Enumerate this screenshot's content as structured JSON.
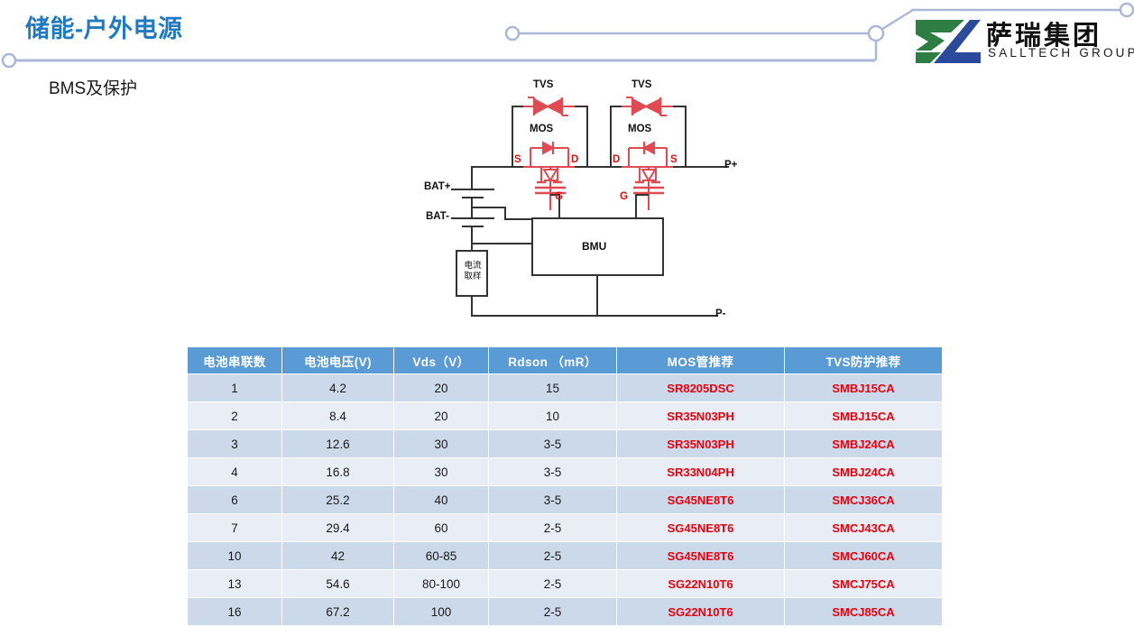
{
  "header": {
    "title": "储能-户外电源",
    "subtitle": "BMS及保护",
    "title_color": "#1f7ac0",
    "deco_color": "#aab8d8",
    "logo": {
      "name_cn": "萨瑞集团",
      "name_en": "SALLTECH GROUP",
      "mark_green": "#2e7d43",
      "mark_blue": "#2b4a9b"
    }
  },
  "circuit": {
    "labels": {
      "tvs_left": "TVS",
      "tvs_right": "TVS",
      "mos_left": "MOS",
      "mos_right": "MOS",
      "s_left": "S",
      "d_left": "D",
      "g_left": "G",
      "d_right": "D",
      "s_right": "S",
      "g_right": "G",
      "bat_plus": "BAT+",
      "bat_minus": "BAT-",
      "p_plus": "P+",
      "p_minus": "P-",
      "bmu": "BMU",
      "shunt_line1": "电流",
      "shunt_line2": "取样"
    },
    "colors": {
      "wire": "#333333",
      "device": "#e04a52",
      "label_red": "#dd1111"
    }
  },
  "table": {
    "header_color": "#5b9bd5",
    "row_odd_color": "#ccd9ea",
    "row_even_color": "#e9edf5",
    "part_color": "#e8000d",
    "columns": [
      "电池串联数",
      "电池电压(V)",
      "Vds（V）",
      "Rdson （mR）",
      "MOS管推荐",
      "TVS防护推荐"
    ],
    "rows": [
      [
        "1",
        "4.2",
        "20",
        "15",
        "SR8205DSC",
        "SMBJ15CA"
      ],
      [
        "2",
        "8.4",
        "20",
        "10",
        "SR35N03PH",
        "SMBJ15CA"
      ],
      [
        "3",
        "12.6",
        "30",
        "3-5",
        "SR35N03PH",
        "SMBJ24CA"
      ],
      [
        "4",
        "16.8",
        "30",
        "3-5",
        "SR33N04PH",
        "SMBJ24CA"
      ],
      [
        "6",
        "25.2",
        "40",
        "3-5",
        "SG45NE8T6",
        "SMCJ36CA"
      ],
      [
        "7",
        "29.4",
        "60",
        "2-5",
        "SG45NE8T6",
        "SMCJ43CA"
      ],
      [
        "10",
        "42",
        "60-85",
        "2-5",
        "SG45NE8T6",
        "SMCJ60CA"
      ],
      [
        "13",
        "54.6",
        "80-100",
        "2-5",
        "SG22N10T6",
        "SMCJ75CA"
      ],
      [
        "16",
        "67.2",
        "100",
        "2-5",
        "SG22N10T6",
        "SMCJ85CA"
      ]
    ]
  }
}
